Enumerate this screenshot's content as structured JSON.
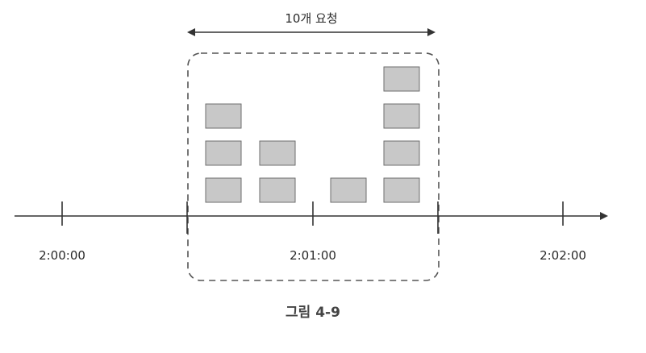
{
  "span": {
    "label": "10개 요청"
  },
  "timeline": {
    "ticks": [
      {
        "label": "2:00:00"
      },
      {
        "label": ""
      },
      {
        "label": "2:01:00"
      },
      {
        "label": ""
      },
      {
        "label": "2:02:00"
      }
    ]
  },
  "requests": {
    "columns": [
      {
        "count": 3
      },
      {
        "count": 2
      },
      {
        "count": 1
      },
      {
        "count": 4
      }
    ],
    "total": 10
  },
  "caption": "그림 4-9",
  "colors": {
    "line": "#333333",
    "request_fill": "#c8c8c8",
    "request_stroke": "#6e6e6e",
    "window_stroke": "#555555"
  }
}
